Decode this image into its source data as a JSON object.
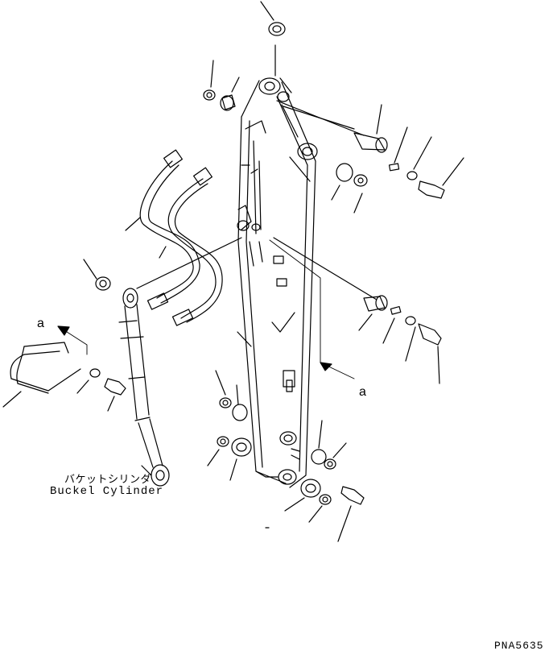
{
  "labels": {
    "ref_a_top": "a",
    "ref_a_right": "a",
    "part_name_jp": "バケットシリンダ",
    "part_name_en": "Buckel Cylinder",
    "drawing_code": "PNA5635"
  },
  "colors": {
    "line": "#000000",
    "background": "#ffffff"
  }
}
